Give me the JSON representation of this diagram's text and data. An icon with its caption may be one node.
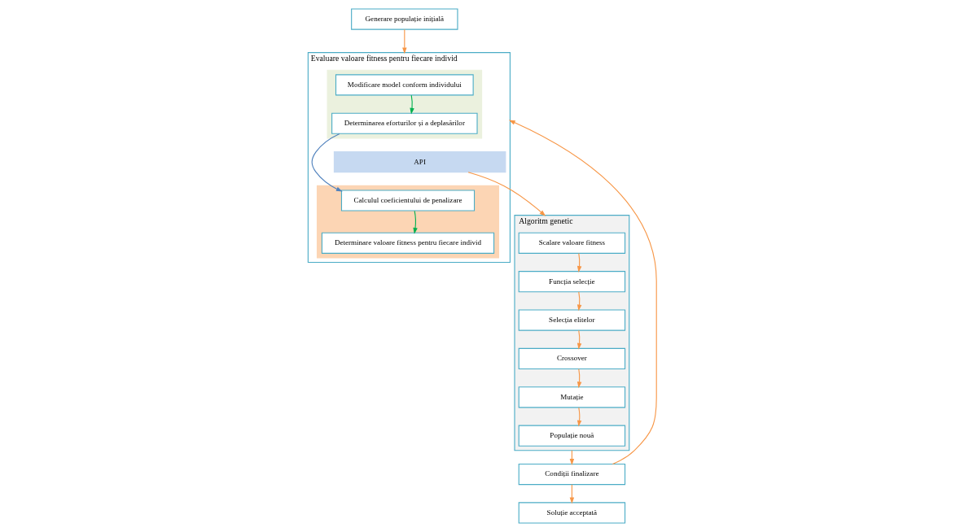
{
  "diagram": {
    "nodes": [
      {
        "text": [
          "Generare populație inițială"
        ]
      },
      {
        "text": [
          "Evaluare valoare fitness pentru fiecare individ"
        ]
      },
      {
        "text": [],
        "shape": "box",
        "in": 1
      },
      {
        "text": [
          "Modificare model conform individului"
        ],
        "in": 2
      },
      {
        "text": [
          "Determinarea eforturilor și a deplasărilor"
        ],
        "in": 2
      },
      {
        "text": [
          "API"
        ],
        "in": 1
      },
      {
        "text": [],
        "shape": "box",
        "in": 1
      },
      {
        "text": [
          "Calculul coeficientului de penalizare"
        ],
        "in": 6
      },
      {
        "text": [
          "Determinare valoare fitness pentru fiecare individ"
        ],
        "in": 6
      },
      {
        "text": [
          "Algoritm genetic"
        ]
      },
      {
        "text": [
          "Scalare valoare fitness"
        ],
        "in": 9
      },
      {
        "text": [
          "Funcția selecție"
        ],
        "in": 9
      },
      {
        "text": [
          "Selecția elitelor"
        ],
        "in": 9
      },
      {
        "text": [
          "Crossover"
        ],
        "in": 9
      },
      {
        "text": [
          "Mutație"
        ],
        "in": 9
      },
      {
        "text": [
          "Populație nouă"
        ],
        "in": 9
      },
      {
        "text": [
          "Condiții finalizare"
        ]
      },
      {
        "text": [
          "Soluție acceptată"
        ]
      }
    ],
    "edges": [
      {
        "from": 0,
        "to": 1,
        "arrow": "to"
      },
      {
        "from": 3,
        "to": 4,
        "arrow": "to",
        "color": "#00b050"
      },
      {
        "from": 4,
        "to": 7,
        "arrow": "to",
        "color": "#4f81bd"
      },
      {
        "from": 7,
        "to": 8,
        "arrow": "to",
        "color": "#00b050"
      },
      {
        "from": 5,
        "to": 9,
        "arrow": "to"
      },
      {
        "from": 10,
        "to": 11,
        "arrow": "to"
      },
      {
        "from": 11,
        "to": 12,
        "arrow": "to"
      },
      {
        "from": 12,
        "to": 13,
        "arrow": "to"
      },
      {
        "from": 13,
        "to": 14,
        "arrow": "to"
      },
      {
        "from": 14,
        "to": 15,
        "arrow": "to"
      },
      {
        "from": 9,
        "to": 16,
        "arrow": "to"
      },
      {
        "from": 16,
        "to": 1,
        "arrow": "to"
      },
      {
        "from": 16,
        "to": 17,
        "arrow": "to"
      }
    ]
  }
}
